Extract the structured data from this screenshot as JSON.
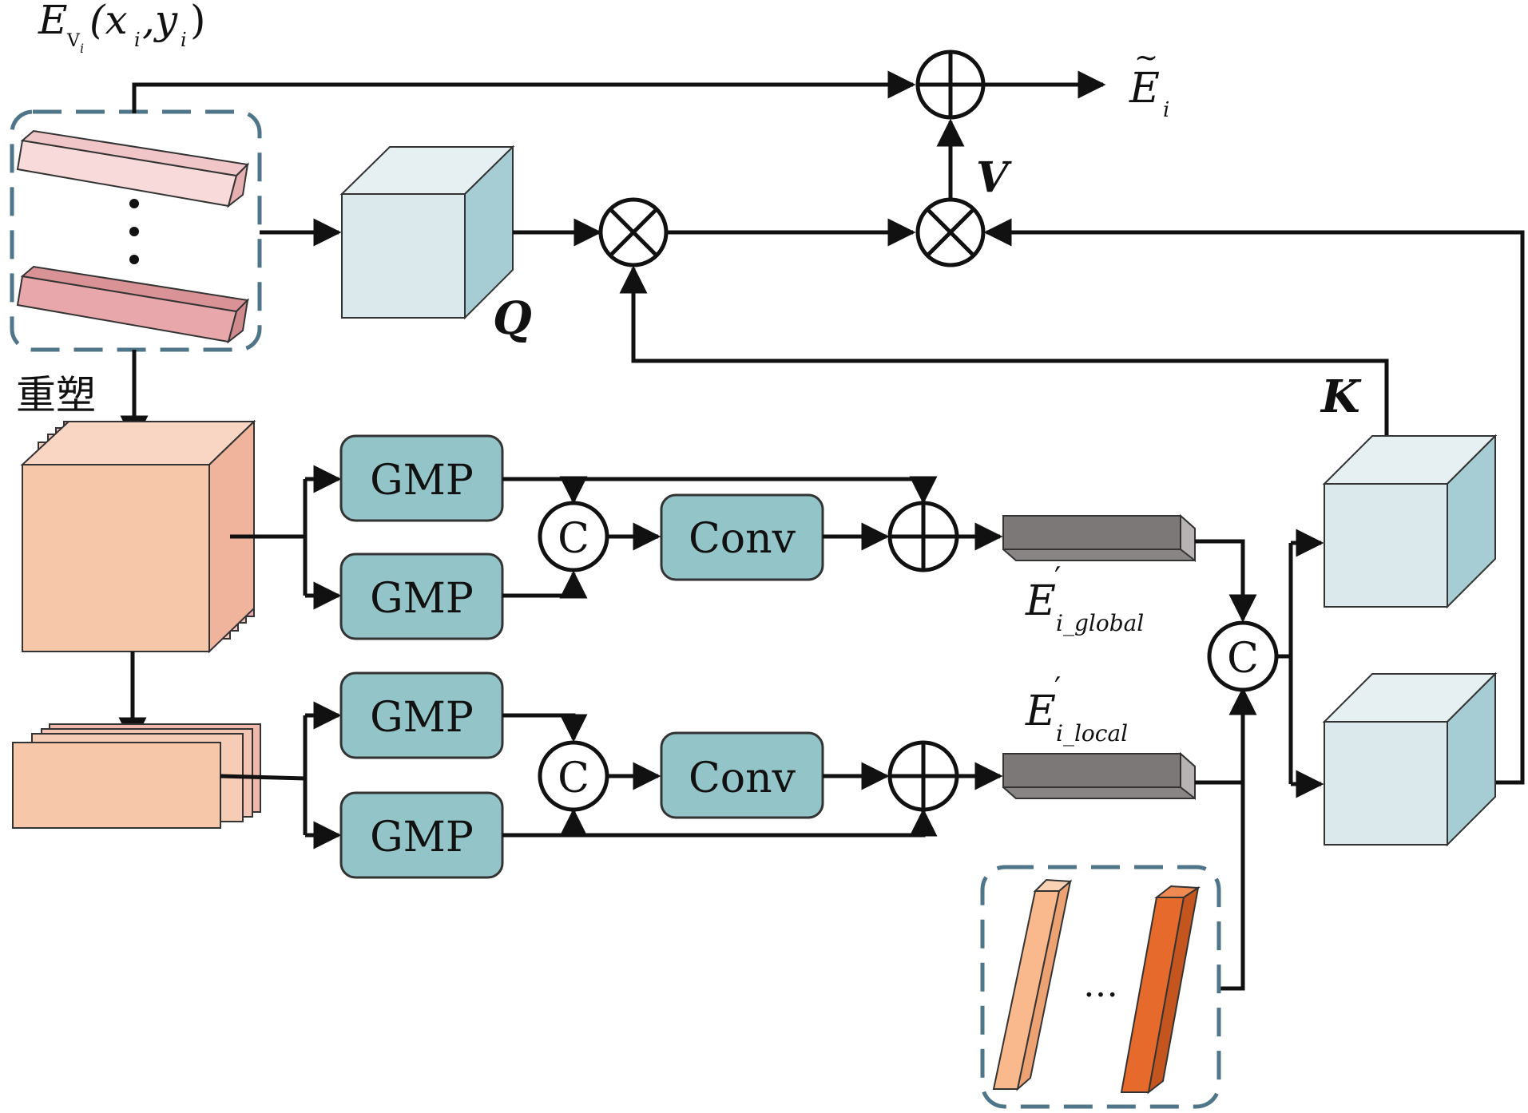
{
  "labels": {
    "input_E": "E",
    "input_sub": "V",
    "input_sub2": "i",
    "input_args": "(x",
    "input_args_i1": "i",
    "input_args_mid": ",y",
    "input_args_i2": "i",
    "input_args_close": ")",
    "output_E": "E",
    "output_tilde": "~",
    "output_sub": "i",
    "Q": "Q",
    "V": "V",
    "K": "K",
    "reshape": "重塑",
    "E_prime": "E",
    "prime": "′",
    "global_sub": "i_global",
    "local_sub": "i_local",
    "ellipsis": "…"
  },
  "blocks": {
    "gmp": "GMP",
    "conv": "Conv",
    "concat": "C"
  },
  "colors": {
    "teal_box": "#93c4c8",
    "light_cube": "#dbe9ec",
    "cube_side": "#a6cdd3",
    "peach": "#f6c7a8",
    "pink_bar": "#eab3b5",
    "dark_bar": "#7d7878",
    "orange_light": "#f9b98c",
    "orange_dark": "#e56a2c",
    "dash": "#4f7588"
  }
}
